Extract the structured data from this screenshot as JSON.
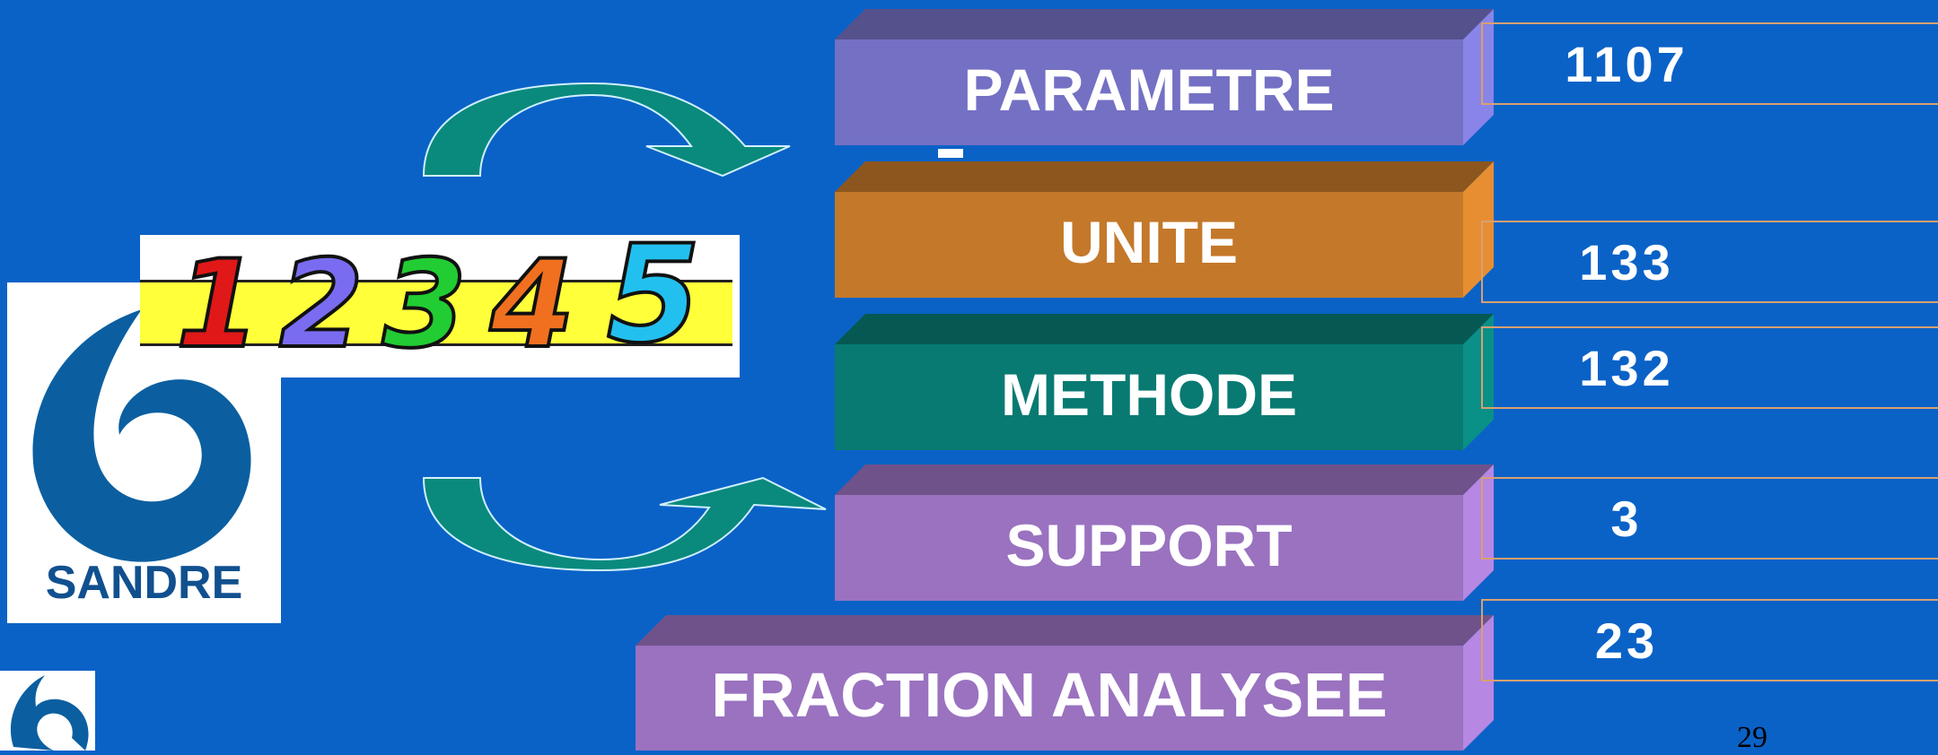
{
  "slide": {
    "page_number": "29"
  },
  "logo": {
    "text": "SANDRE",
    "icon": "sandre-logo"
  },
  "numbers_banner": {
    "digits": [
      "1",
      "2",
      "3",
      "4",
      "5"
    ],
    "digit_colors": [
      "#e01818",
      "#7a6cf0",
      "#22cc33",
      "#f07020",
      "#22c0ee"
    ]
  },
  "blocks": [
    {
      "label": "PARAMETRE",
      "value": "1107",
      "color": "#7470c4"
    },
    {
      "label": "UNITE",
      "value": "133",
      "color": "#c4782a"
    },
    {
      "label": "METHODE",
      "value": "132",
      "color": "#087a72"
    },
    {
      "label": "SUPPORT",
      "value": "3",
      "color": "#9a72c0"
    },
    {
      "label": "FRACTION ANALYSEE",
      "value": "23",
      "color": "#9a72c0"
    }
  ],
  "icons": {
    "arrow_top": "curved-arrow-right-icon",
    "arrow_bottom": "curved-arrow-up-icon"
  }
}
